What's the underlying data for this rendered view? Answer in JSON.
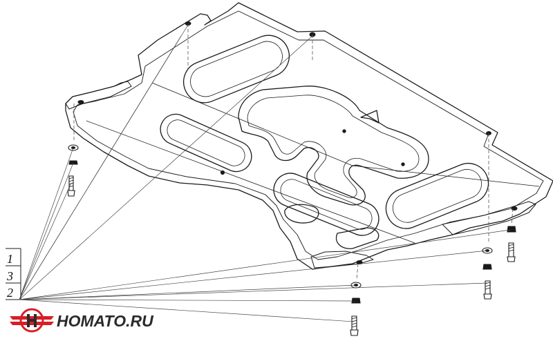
{
  "callouts": [
    "1",
    "3",
    "2"
  ],
  "logo": {
    "text": "HOMATO.RU",
    "primary_color": "#d61f26",
    "text_color": "#2b2b2b",
    "icon": "homato-logo-icon"
  },
  "colors": {
    "line": "#1a1a1a",
    "leader": "#444444",
    "background": "#ffffff"
  }
}
